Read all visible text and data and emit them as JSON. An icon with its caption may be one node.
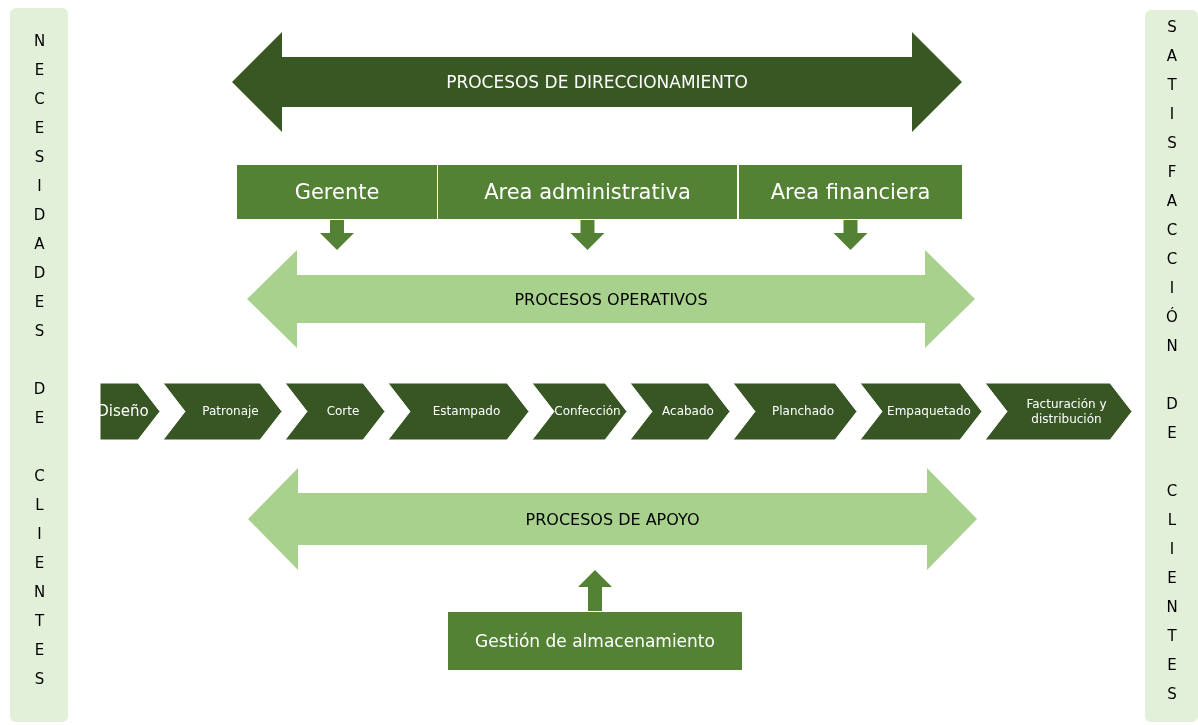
{
  "diagram": {
    "nodes": [
      {
        "text": [
          "NECESIDADES DE CLIENTES"
        ]
      },
      {
        "text": [
          "PROCESOS DE DIRECCIONAMIENTO"
        ]
      },
      {
        "text": [
          "Gerente"
        ]
      },
      {
        "text": [
          "Area administrativa"
        ]
      },
      {
        "text": [
          "Area financiera"
        ]
      },
      {
        "text": [
          "PROCESOS OPERATIVOS"
        ]
      },
      {
        "text": [
          "Diseño"
        ]
      },
      {
        "text": [
          "Patronaje"
        ]
      },
      {
        "text": [
          "Corte"
        ]
      },
      {
        "text": [
          "Estampado"
        ]
      },
      {
        "text": [
          "Confección"
        ]
      },
      {
        "text": [
          "Acabado"
        ]
      },
      {
        "text": [
          "Planchado"
        ]
      },
      {
        "text": [
          "Empaquetado"
        ]
      },
      {
        "text": [
          "Facturación y distribución"
        ]
      },
      {
        "text": [
          "PROCESOS DE APOYO"
        ]
      },
      {
        "text": [
          "Gestión de almacenamiento"
        ]
      },
      {
        "text": [
          "SATISFACCIÓN DE CLIENTES"
        ]
      }
    ],
    "edges": [
      {
        "from": 2,
        "to": 5,
        "arrow": "to"
      },
      {
        "from": 3,
        "to": 5,
        "arrow": "to"
      },
      {
        "from": 4,
        "to": 5,
        "arrow": "to"
      },
      {
        "from": 16,
        "to": 15,
        "arrow": "to"
      }
    ]
  }
}
